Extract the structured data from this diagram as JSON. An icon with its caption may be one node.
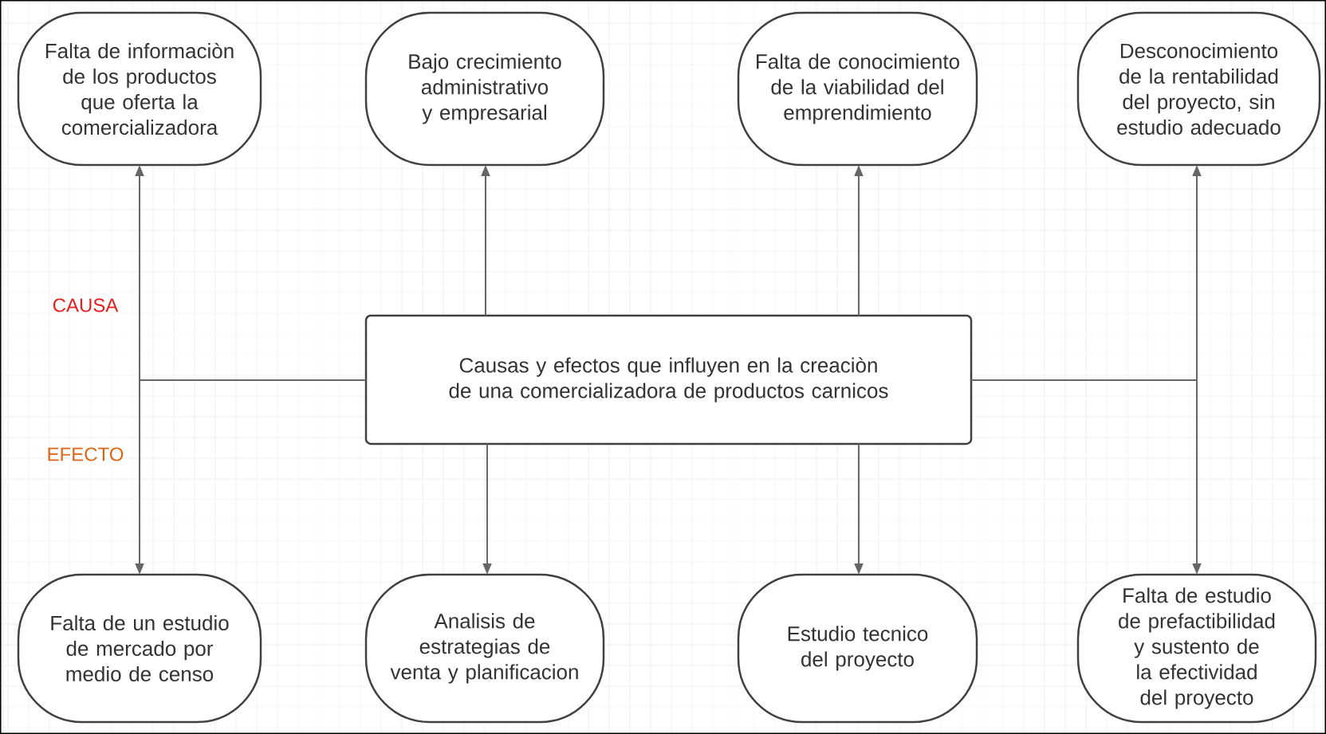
{
  "diagram": {
    "nodes": [
      {
        "text": [
          "Falta de informaciòn de los productos que oferta la comercializadora"
        ]
      },
      {
        "text": [
          "Bajo crecimiento administrativo y empresarial"
        ]
      },
      {
        "text": [
          "Falta de conocimiento de la viabilidad del emprendimiento"
        ]
      },
      {
        "text": [
          "Desconocimiento de la rentabilidad del proyecto, sin estudio adecuado"
        ]
      },
      {
        "text": [
          "Causas y efectos que influyen en la creaciòn de una comercializadora de productos carnicos"
        ]
      },
      {
        "text": [
          "Falta de un estudio de mercado por medio de censo"
        ]
      },
      {
        "text": [
          "Analisis de estrategias de venta y planificacion"
        ]
      },
      {
        "text": [
          "Estudio tecnico del proyecto"
        ]
      },
      {
        "text": [
          "Falta de estudio de prefactibilidad y sustento de la efectividad del proyecto"
        ]
      }
    ],
    "edges": [
      {
        "from": 4,
        "to": 0,
        "arrow": "to"
      },
      {
        "from": 4,
        "to": 1,
        "arrow": "to"
      },
      {
        "from": 4,
        "to": 2,
        "arrow": "to"
      },
      {
        "from": 4,
        "to": 3,
        "arrow": "to"
      },
      {
        "from": 4,
        "to": 5,
        "arrow": "to"
      },
      {
        "from": 4,
        "to": 6,
        "arrow": "to"
      },
      {
        "from": 4,
        "to": 7,
        "arrow": "to"
      },
      {
        "from": 4,
        "to": 8,
        "arrow": "to"
      }
    ],
    "labels": [
      "CAUSA",
      "EFECTO"
    ]
  }
}
